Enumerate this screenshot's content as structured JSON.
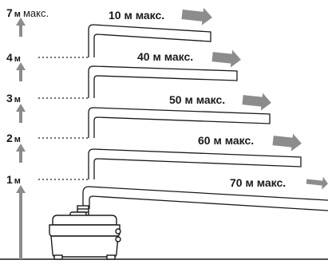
{
  "colors": {
    "arrow_gray": "#8c8c8c",
    "pipe_outline": "#1a1a1a",
    "pipe_fill": "#ffffff",
    "text": "#1a1a1a",
    "background": "#ffffff"
  },
  "height_scale": {
    "top_label": {
      "value": "7",
      "unit": "м",
      "suffix": "макс."
    },
    "levels": [
      {
        "value": "4",
        "unit": "м"
      },
      {
        "value": "3",
        "unit": "м"
      },
      {
        "value": "2",
        "unit": "м"
      },
      {
        "value": "1",
        "unit": "м"
      }
    ]
  },
  "pipes": [
    {
      "label": "10 м макс."
    },
    {
      "label": "40 м макс."
    },
    {
      "label": "50 м макс."
    },
    {
      "label": "60 м макс."
    },
    {
      "label": "70 м макс."
    }
  ],
  "icons": {
    "flow_arrow": "arrow-right-icon",
    "height_arrow": "arrow-up-icon",
    "pump": "pump-unit-icon"
  }
}
